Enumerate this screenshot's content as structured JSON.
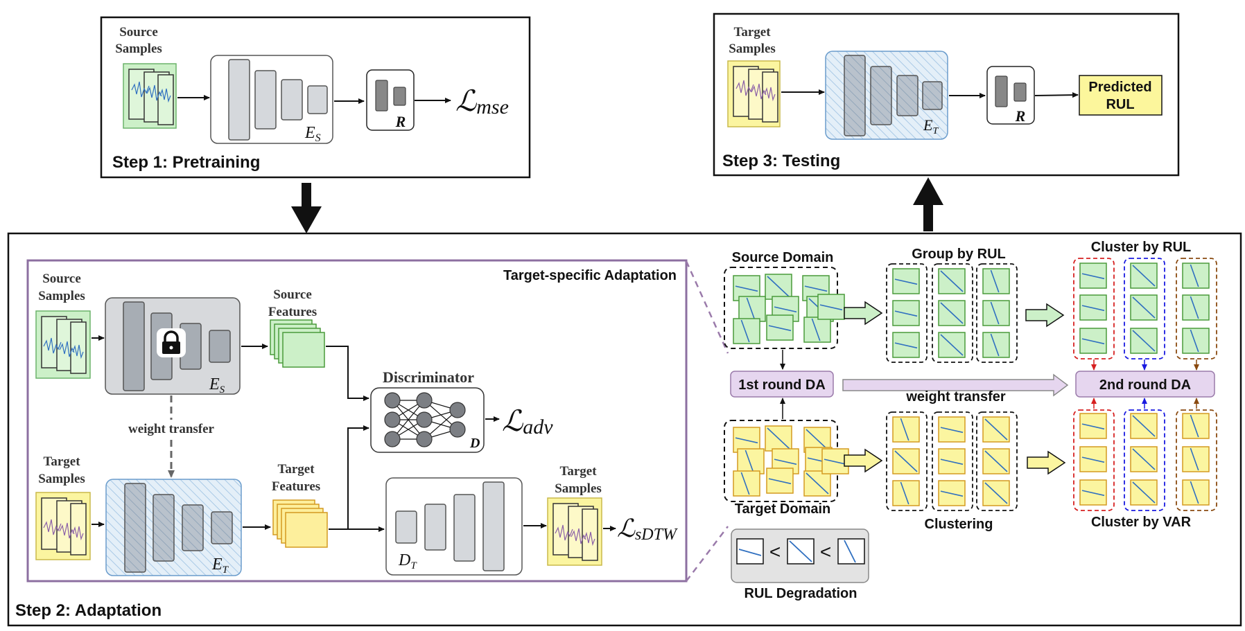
{
  "step1": {
    "title": "Step 1: Pretraining",
    "source_samples": [
      "Source",
      "Samples"
    ],
    "encoder_label": "E",
    "encoder_sub": "S",
    "regressor_label": "R",
    "loss_main": "ℒ",
    "loss_sub": "mse"
  },
  "step3": {
    "title": "Step 3: Testing",
    "target_samples": [
      "Target",
      "Samples"
    ],
    "encoder_label": "E",
    "encoder_sub": "T",
    "regressor_label": "R",
    "output": [
      "Predicted",
      "RUL"
    ]
  },
  "step2": {
    "title": "Step 2: Adaptation",
    "tsa_title": "Target-specific Adaptation",
    "source_samples": [
      "Source",
      "Samples"
    ],
    "target_samples": [
      "Target",
      "Samples"
    ],
    "source_features": [
      "Source",
      "Features"
    ],
    "target_features": [
      "Target",
      "Features"
    ],
    "target_samples_right": [
      "Target",
      "Samples"
    ],
    "weight_transfer": "weight transfer",
    "discriminator": "Discriminator",
    "disc_label": "D",
    "es_label": "E",
    "es_sub": "S",
    "et_label": "E",
    "et_sub": "T",
    "dt_label": "D",
    "dt_sub": "T",
    "loss_adv_main": "ℒ",
    "loss_adv_sub": "adv",
    "loss_sdtw_main": "ℒ",
    "loss_sdtw_sub": "sDTW"
  },
  "right_panel": {
    "source_domain": "Source Domain",
    "target_domain": "Target Domain",
    "group_by_rul": "Group by RUL",
    "clustering": "Clustering",
    "cluster_by_rul": "Cluster by RUL",
    "cluster_by_var": "Cluster by VAR",
    "first_round": "1st round DA",
    "second_round": "2nd round DA",
    "weight_transfer": "weight transfer",
    "rul_degradation": "RUL Degradation",
    "less_than": "<"
  },
  "colors": {
    "source_green": "#ccf0c8",
    "target_yellow": "#fbf5a0",
    "purple_box": "#e6d6ef",
    "purple_border": "#9a7aaa",
    "hatch_blue": "#b8d4ea",
    "line_blue": "#2f6fc0",
    "red": "#d62020",
    "blue": "#1a1ae0",
    "brown": "#8a4a10"
  }
}
